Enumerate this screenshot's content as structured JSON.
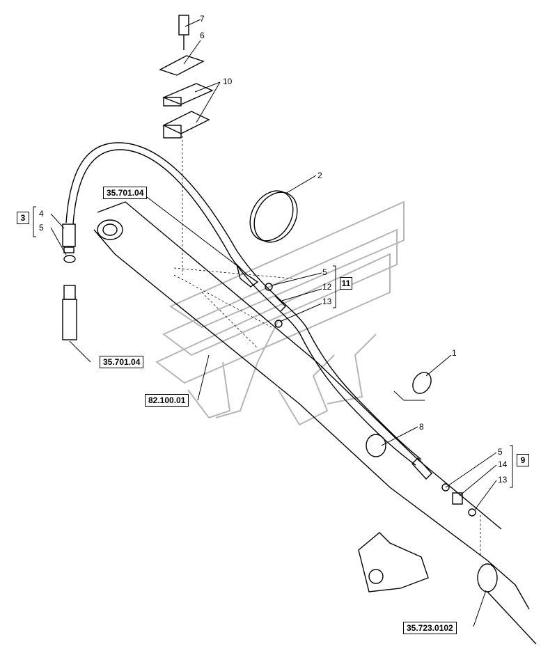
{
  "callouts": {
    "c1": "1",
    "c2": "2",
    "c4": "4",
    "c5a": "5",
    "c5b": "5",
    "c5c": "5",
    "c6": "6",
    "c7": "7",
    "c8": "8",
    "c10": "10",
    "c12": "12",
    "c13a": "13",
    "c13b": "13",
    "c14": "14"
  },
  "refs": {
    "top_hose": "35.701.04",
    "left_hose": "35.701.04",
    "boom": "82.100.01",
    "cylinder": "35.723.0102"
  },
  "groups": {
    "g3": "3",
    "g9": "9",
    "g11": "11"
  },
  "colors": {
    "line": "#000000",
    "watermark": "#9a9a9a"
  }
}
